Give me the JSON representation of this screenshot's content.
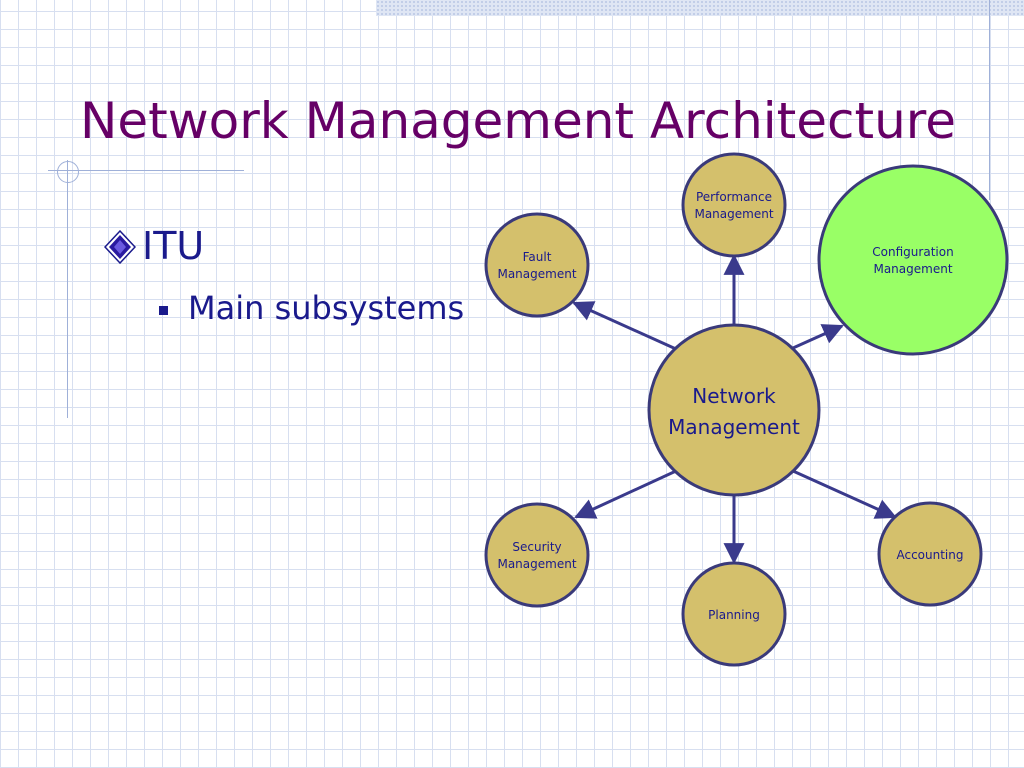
{
  "slide": {
    "title": "Network Management Architecture",
    "bullets": [
      {
        "text": "ITU",
        "icon": "diamond-bullet-icon"
      },
      {
        "text": "Main subsystems",
        "icon": "square-bullet-icon"
      }
    ]
  },
  "diagram": {
    "center": {
      "lines": [
        "Network",
        "Management"
      ]
    },
    "nodes": [
      {
        "id": "fault",
        "lines": [
          "Fault",
          "Management"
        ]
      },
      {
        "id": "performance",
        "lines": [
          "Performance",
          "Management"
        ]
      },
      {
        "id": "configuration",
        "lines": [
          "Configuration",
          "Management"
        ]
      },
      {
        "id": "security",
        "lines": [
          "Security",
          "Management"
        ]
      },
      {
        "id": "planning",
        "lines": [
          "Planning"
        ]
      },
      {
        "id": "accounting",
        "lines": [
          "Accounting"
        ]
      }
    ]
  },
  "colors": {
    "title": "#660066",
    "bullet_text": "#1a1a8c",
    "node_fill": "#d4c06c",
    "node_border": "#3a3a7a",
    "highlight_fill": "#99ff66",
    "arrow": "#3a3a8c",
    "grid": "#d7dff0"
  }
}
